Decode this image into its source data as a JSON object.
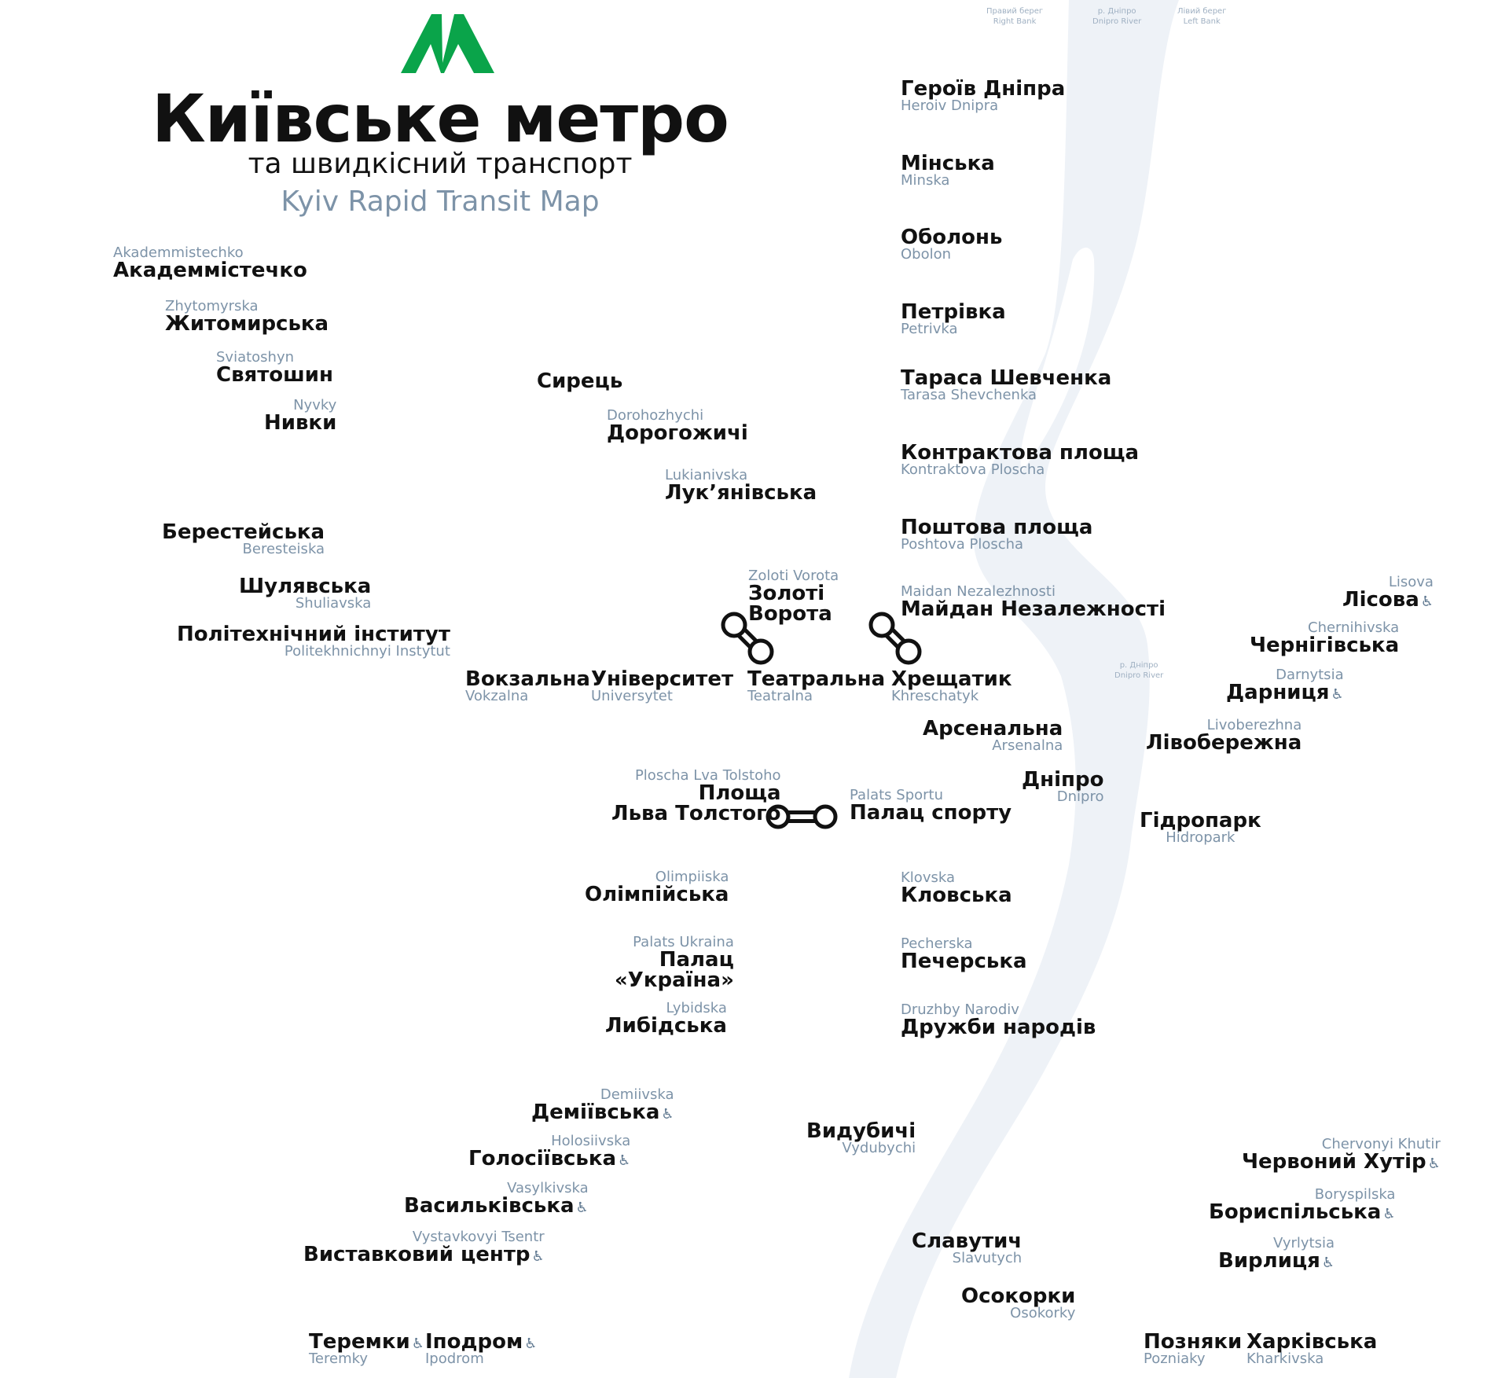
{
  "header": {
    "title": "Київське метро",
    "subtitle": "та швидкісний транспорт",
    "subtitle_en": "Kyiv Rapid Transit Map"
  },
  "colors": {
    "logo": "#0aa44a",
    "river": "#eef2f7",
    "text": "#111111",
    "latin": "#7d93a8"
  },
  "icons": {
    "logo": "metro-m-logo",
    "accessible": "wheelchair-icon",
    "transfer": "transfer-connector-icon"
  },
  "river_labels": {
    "right_bank": [
      "Правий берег",
      "Right Bank"
    ],
    "river_top": [
      "р. Дніпро",
      "Dnipro River"
    ],
    "left_bank": [
      "Лівий берег",
      "Left Bank"
    ],
    "river_mid": [
      "р. Дніпро",
      "Dnipro River"
    ]
  },
  "stations": [
    {
      "ua": "Академмістечко",
      "en": "Akademmistechko"
    },
    {
      "ua": "Житомирська",
      "en": "Zhytomyrska"
    },
    {
      "ua": "Святошин",
      "en": "Sviatoshyn"
    },
    {
      "ua": "Нивки",
      "en": "Nyvky"
    },
    {
      "ua": "Берестейська",
      "en": "Beresteiska"
    },
    {
      "ua": "Шулявська",
      "en": "Shuliavska"
    },
    {
      "ua": "Політехнічний інститут",
      "en": "Politekhnichnyi Instytut"
    },
    {
      "ua": "Вокзальна",
      "en": "Vokzalna"
    },
    {
      "ua": "Університет",
      "en": "Universytet"
    },
    {
      "ua": "Театральна",
      "en": "Teatralna"
    },
    {
      "ua": "Хрещатик",
      "en": "Khreschatyk"
    },
    {
      "ua": "Арсенальна",
      "en": "Arsenalna"
    },
    {
      "ua": "Дніпро",
      "en": "Dnipro"
    },
    {
      "ua": "Гідропарк",
      "en": "Hidropark"
    },
    {
      "ua": "Лівобережна",
      "en": "Livoberezhna"
    },
    {
      "ua": "Дарниця",
      "en": "Darnytsia"
    },
    {
      "ua": "Чернігівська",
      "en": "Chernihivska"
    },
    {
      "ua": "Лісова",
      "en": "Lisova"
    },
    {
      "ua": "Героїв Дніпра",
      "en": "Heroiv Dnipra"
    },
    {
      "ua": "Мінська",
      "en": "Minska"
    },
    {
      "ua": "Оболонь",
      "en": "Obolon"
    },
    {
      "ua": "Петрівка",
      "en": "Petrivka"
    },
    {
      "ua": "Тараса Шевченка",
      "en": "Tarasa Shevchenka"
    },
    {
      "ua": "Контрактова площа",
      "en": "Kontraktova Ploscha"
    },
    {
      "ua": "Поштова площа",
      "en": "Poshtova Ploscha"
    },
    {
      "ua": "Майдан Незалежності",
      "en": "Maidan Nezalezhnosti"
    },
    {
      "ua": "Площа",
      "ua2": "Льва Толстого",
      "en": "Ploscha Lva Tolstoho"
    },
    {
      "ua": "Олімпійська",
      "en": "Olimpiiska"
    },
    {
      "ua": "Палац",
      "ua2": "«Україна»",
      "en": "Palats Ukraina"
    },
    {
      "ua": "Либідська",
      "en": "Lybidska"
    },
    {
      "ua": "Деміївська",
      "en": "Demiivska"
    },
    {
      "ua": "Голосіївська",
      "en": "Holosiivska"
    },
    {
      "ua": "Васильківська",
      "en": "Vasylkivska"
    },
    {
      "ua": "Виставковий центр",
      "en": "Vystavkovyi Tsentr"
    },
    {
      "ua": "Іподром",
      "en": "Ipodrom"
    },
    {
      "ua": "Теремки",
      "en": "Teremky"
    },
    {
      "ua": "Сирець",
      "en": ""
    },
    {
      "ua": "Дорогожичі",
      "en": "Dorohozhychi"
    },
    {
      "ua": "Лук’янівська",
      "en": "Lukianivska"
    },
    {
      "ua": "Золоті",
      "ua2": "Ворота",
      "en": "Zoloti Vorota"
    },
    {
      "ua": "Палац спорту",
      "en": "Palats Sportu"
    },
    {
      "ua": "Кловська",
      "en": "Klovska"
    },
    {
      "ua": "Печерська",
      "en": "Pecherska"
    },
    {
      "ua": "Дружби народів",
      "en": "Druzhby Narodiv"
    },
    {
      "ua": "Видубичі",
      "en": "Vydubychi"
    },
    {
      "ua": "Славутич",
      "en": "Slavutych"
    },
    {
      "ua": "Осокорки",
      "en": "Osokorky"
    },
    {
      "ua": "Позняки",
      "en": "Pozniaky"
    },
    {
      "ua": "Харківська",
      "en": "Kharkivska"
    },
    {
      "ua": "Вирлиця",
      "en": "Vyrlytsia"
    },
    {
      "ua": "Бориспільська",
      "en": "Boryspilska"
    },
    {
      "ua": "Червоний Хутір",
      "en": "Chervonyi Khutir"
    }
  ]
}
